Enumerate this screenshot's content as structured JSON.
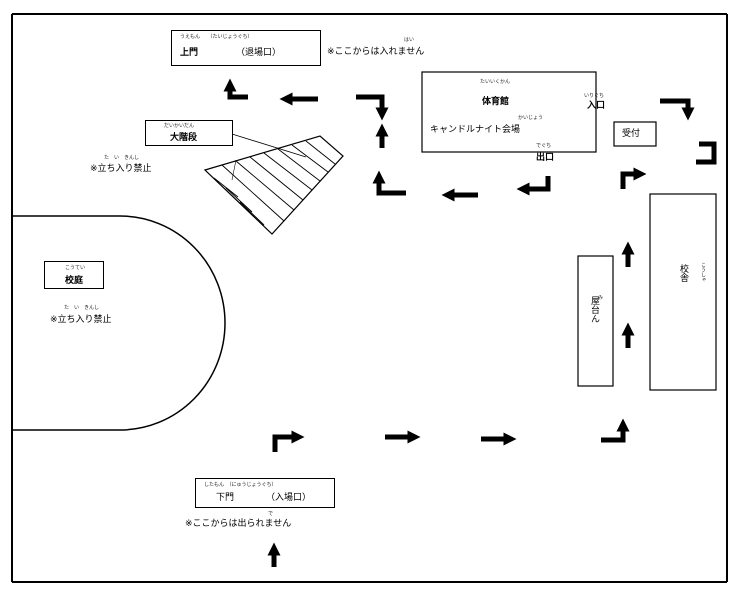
{
  "north_gate": {
    "ruby": "うえもん　　（たいじょうぐち）",
    "name": "上門",
    "role": "（退場口）"
  },
  "no_entry_north": {
    "ruby": "はい",
    "text": "※ここからは入れません"
  },
  "grand_stairs": {
    "ruby": "だいかいだん",
    "name": "大階段"
  },
  "no_standing_1": {
    "ruby": "た　い　きんし",
    "text": "※立ち入り禁止"
  },
  "gym": {
    "ruby_name": "たいいくかん",
    "name": "体育館",
    "ruby_venue": "かいじょう",
    "venue": "キャンドルナイト会場",
    "ruby_entrance": "いりぐち",
    "entrance": "入口",
    "ruby_exit": "でぐち",
    "exit": "出口"
  },
  "reception": {
    "name": "受付"
  },
  "schoolyard": {
    "ruby": "こうてい",
    "name": "校庭"
  },
  "no_standing_2": {
    "ruby": "た　い　きんし",
    "text": "※立ち入り禁止"
  },
  "stall": {
    "ruby": "み",
    "name": "屋台ん"
  },
  "school_building": {
    "ruby": "こうしゃ",
    "name": "校舎"
  },
  "south_gate": {
    "ruby": "したもん　（にゅうじょうぐち）",
    "name": "下門",
    "role": "（入場口）"
  },
  "no_exit_south": {
    "ruby": "で",
    "text": "※ここからは出られません"
  },
  "colors": {
    "ink": "#000000",
    "paper": "#ffffff"
  },
  "route_arrows": [
    "arrow-turn-north-gate",
    "arrow-left-1",
    "arrow-turn-up-left",
    "arrow-up-1",
    "arrow-turn-exit",
    "arrow-left-2",
    "arrow-turn-corner",
    "arrow-turn-right-top",
    "arrow-turn-right-mid",
    "arrow-turn-right-low",
    "arrow-up-right-1",
    "arrow-up-right-2",
    "arrow-turn-bottom-right",
    "arrow-right-1",
    "arrow-right-2",
    "arrow-turn-bottom-left",
    "arrow-up-bottom"
  ]
}
